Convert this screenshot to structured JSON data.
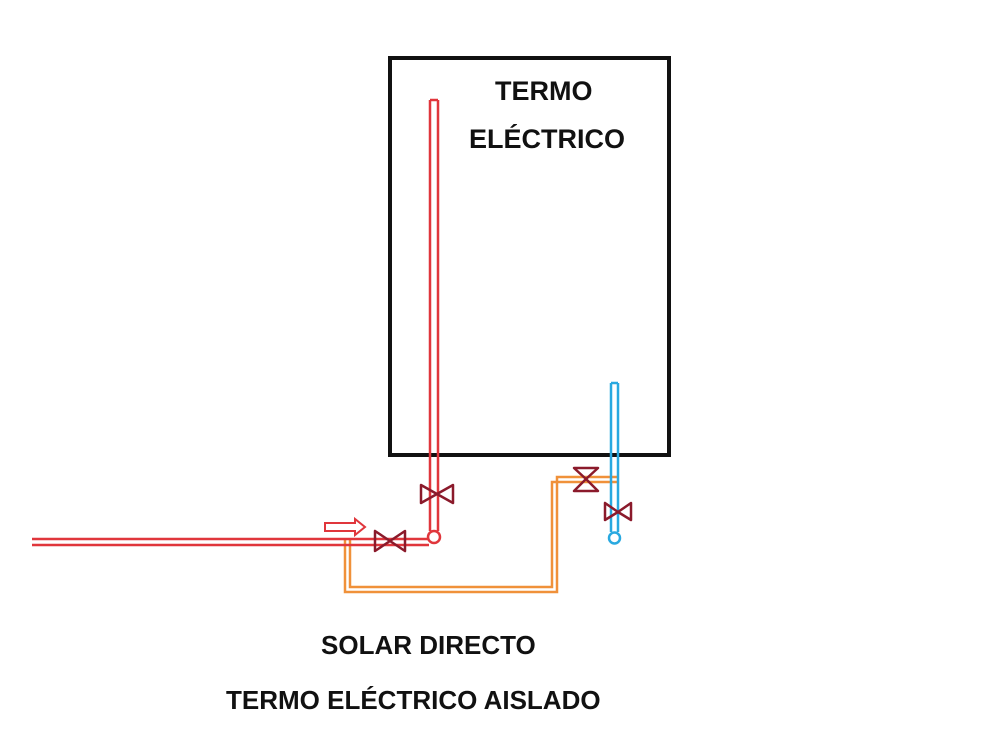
{
  "tank": {
    "title_line1": "TERMO",
    "title_line2": "ELÉCTRICO"
  },
  "caption": {
    "line1": "SOLAR DIRECTO",
    "line2": "TERMO ELÉCTRICO AISLADO"
  },
  "colors": {
    "hot_pipe": "#e0363c",
    "solar_pipe": "#f0913a",
    "cold_pipe": "#29a9e0",
    "valve": "#8b1a2b",
    "tank_outline": "#111111"
  },
  "icons": [
    "valve-icon",
    "flow-arrow-icon"
  ]
}
